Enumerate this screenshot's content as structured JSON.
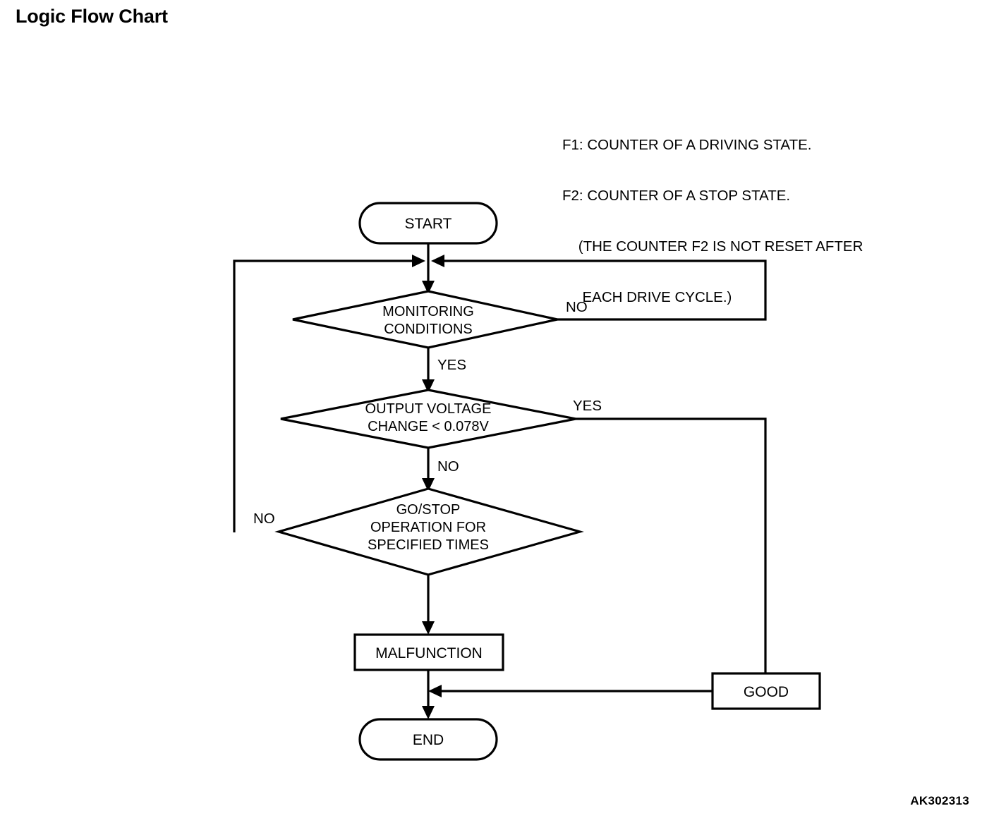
{
  "page": {
    "title": "Logic Flow Chart",
    "figure_code": "AK302313",
    "background_color": "#ffffff",
    "line_color": "#000000"
  },
  "legend": {
    "lines": [
      "F1: COUNTER OF A DRIVING STATE.",
      "F2: COUNTER OF A STOP STATE.",
      "    (THE COUNTER F2 IS NOT RESET AFTER",
      "     EACH DRIVE CYCLE.)"
    ]
  },
  "chart_data": {
    "type": "diagram",
    "title": "Logic Flow Chart",
    "nodes": [
      {
        "id": "start",
        "shape": "terminator",
        "label": "START"
      },
      {
        "id": "monitoring",
        "shape": "decision",
        "label_lines": [
          "MONITORING",
          "CONDITIONS"
        ]
      },
      {
        "id": "voltage",
        "shape": "decision",
        "label_lines": [
          "OUTPUT VOLTAGE",
          "CHANGE < 0.078V"
        ]
      },
      {
        "id": "gostop",
        "shape": "decision",
        "label_lines": [
          "GO/STOP",
          "OPERATION FOR",
          "SPECIFIED TIMES"
        ]
      },
      {
        "id": "malfunction",
        "shape": "process",
        "label": "MALFUNCTION"
      },
      {
        "id": "good",
        "shape": "process",
        "label": "GOOD"
      },
      {
        "id": "end",
        "shape": "terminator",
        "label": "END"
      }
    ],
    "edges": [
      {
        "from": "start",
        "to": "monitoring",
        "label": ""
      },
      {
        "from": "monitoring",
        "to": "voltage",
        "label": "YES"
      },
      {
        "from": "monitoring",
        "to": "start",
        "label": "NO"
      },
      {
        "from": "voltage",
        "to": "gostop",
        "label": "NO"
      },
      {
        "from": "voltage",
        "to": "good",
        "label": "YES"
      },
      {
        "from": "gostop",
        "to": "start",
        "label": "NO"
      },
      {
        "from": "gostop",
        "to": "malfunction",
        "label": ""
      },
      {
        "from": "malfunction",
        "to": "end",
        "label": ""
      },
      {
        "from": "good",
        "to": "end",
        "label": ""
      }
    ]
  },
  "nodes": {
    "start": {
      "label": "START"
    },
    "monitoring": {
      "line1": "MONITORING",
      "line2": "CONDITIONS"
    },
    "voltage": {
      "line1": "OUTPUT VOLTAGE",
      "line2": "CHANGE < 0.078V"
    },
    "gostop": {
      "line1": "GO/STOP",
      "line2": "OPERATION FOR",
      "line3": "SPECIFIED TIMES"
    },
    "malfunction": {
      "label": "MALFUNCTION"
    },
    "good": {
      "label": "GOOD"
    },
    "end": {
      "label": "END"
    }
  },
  "labels": {
    "monitoring_no": "NO",
    "monitoring_yes": "YES",
    "voltage_yes": "YES",
    "voltage_no": "NO",
    "gostop_no": "NO"
  }
}
